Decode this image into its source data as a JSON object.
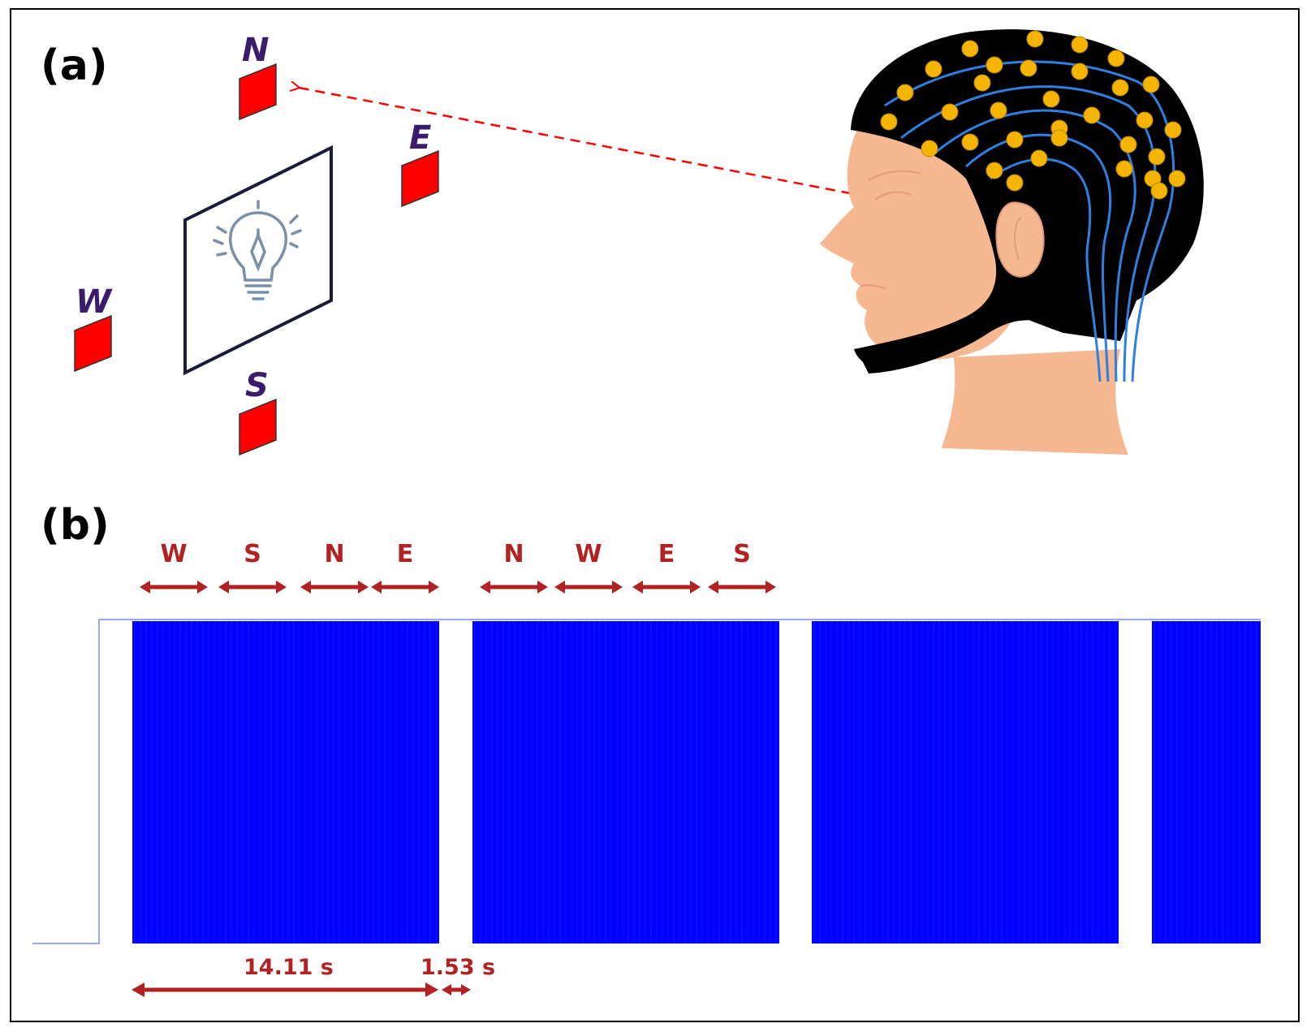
{
  "panels": {
    "a": "(a)",
    "b": "(b)"
  },
  "directions": {
    "north": "N",
    "east": "E",
    "west": "W",
    "south": "S"
  },
  "sequence": [
    "W",
    "S",
    "N",
    "E",
    "N",
    "W",
    "E",
    "S"
  ],
  "timing": {
    "trial_duration": "14.11 s",
    "rest_duration": "1.53 s"
  },
  "colors": {
    "signal": "#0000ff",
    "annotation": "#b22222",
    "target": "#ff0000",
    "eeg_cap": "#000000",
    "electrode": "#f5b400"
  },
  "icons": {
    "screen": "light-bulb-icon",
    "subject": "eeg-headset-icon"
  }
}
